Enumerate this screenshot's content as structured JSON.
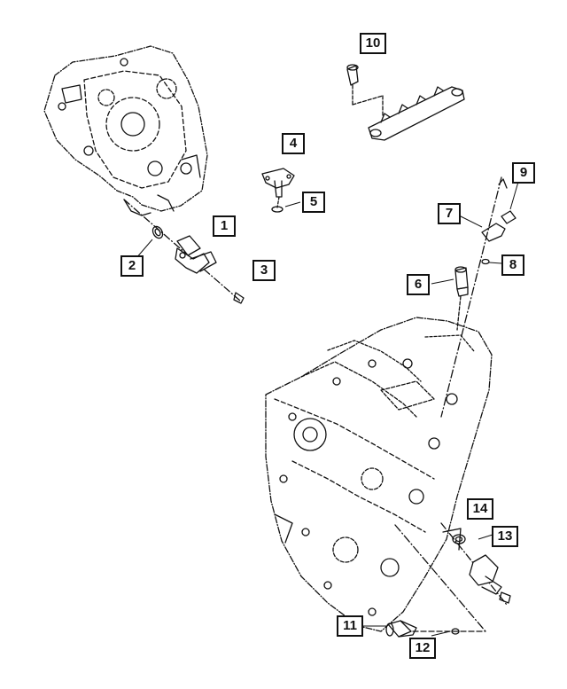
{
  "diagram": {
    "colors": {
      "line": "#111111",
      "background": "#ffffff"
    },
    "callouts": [
      {
        "id": "1",
        "label": "1"
      },
      {
        "id": "2",
        "label": "2"
      },
      {
        "id": "3",
        "label": "3"
      },
      {
        "id": "4",
        "label": "4"
      },
      {
        "id": "5",
        "label": "5"
      },
      {
        "id": "6",
        "label": "6"
      },
      {
        "id": "7",
        "label": "7"
      },
      {
        "id": "8",
        "label": "8"
      },
      {
        "id": "9",
        "label": "9"
      },
      {
        "id": "10",
        "label": "10"
      },
      {
        "id": "11",
        "label": "11"
      },
      {
        "id": "12",
        "label": "12"
      },
      {
        "id": "13",
        "label": "13"
      },
      {
        "id": "14",
        "label": "14"
      }
    ]
  }
}
